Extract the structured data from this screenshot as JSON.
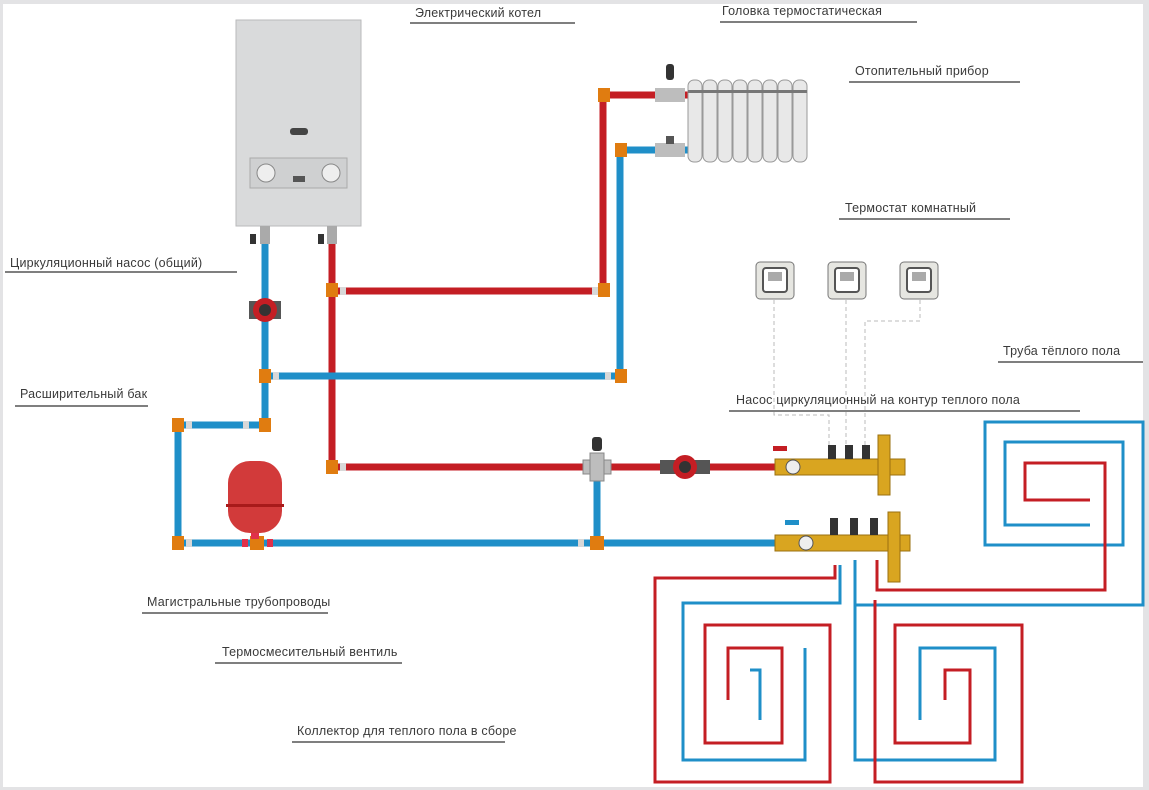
{
  "labels": {
    "boiler": "Электрический котел",
    "thermo_head": "Головка термостатическая",
    "radiator": "Отопительный прибор",
    "room_thermostat": "Термостат комнатный",
    "main_pump": "Циркуляционный насос (общий)",
    "floor_pipe": "Труба тёплого пола",
    "floor_pump": "Насос циркуляционный на контур теплого пола",
    "expansion_tank": "Расширительный бак",
    "main_pipeline": "Магистральные трубопроводы",
    "mixing_valve": "Термосмесительный вентиль",
    "manifold": "Коллектор для теплого пола в сборе"
  },
  "colors": {
    "supply": "#c41e24",
    "return": "#1f8fc8",
    "fitting": "#e07c10",
    "manifold": "#d9a520",
    "boiler": "#d9dadb"
  }
}
